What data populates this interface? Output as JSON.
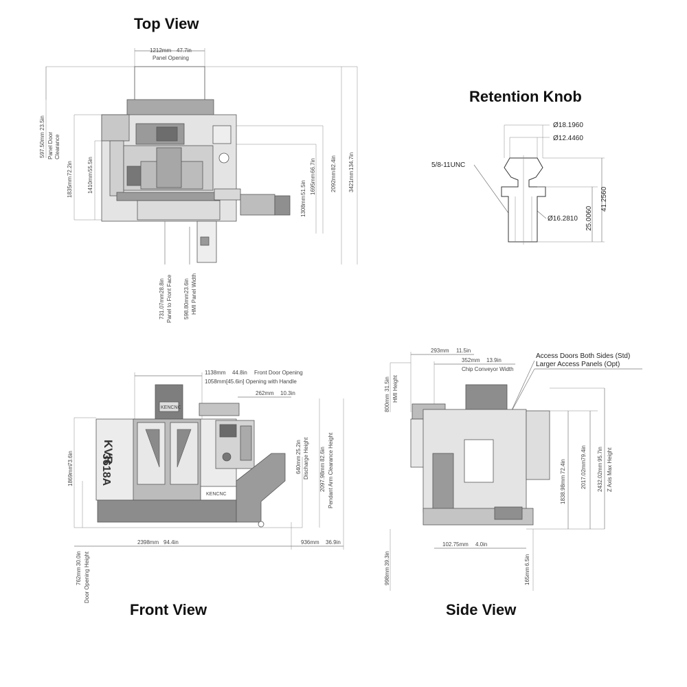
{
  "titles": {
    "top_view": "Top View",
    "retention_knob": "Retention Knob",
    "front_view": "Front View",
    "side_view": "Side View"
  },
  "top_view": {
    "panel_opening_mm": "1212mm",
    "panel_opening_in": "47.7in",
    "panel_opening_label": "Panel Opening",
    "door_clearance_mm": "597.50mm",
    "door_clearance_in": "23.5in",
    "door_clearance_label_1": "Panel Door",
    "door_clearance_label_2": "Clearance",
    "d1835_mm": "1835mm",
    "d1835_in": "72.2in",
    "d1410_mm": "1410mm",
    "d1410_in": "55.5in",
    "d1308_mm": "1308mm",
    "d1308_in": "51.5in",
    "d1695_mm": "1695mm",
    "d1695_in": "66.7in",
    "d2092_mm": "2092mm",
    "d2092_in": "82.4in",
    "d3421_mm": "3421mm",
    "d3421_in": "134.7in",
    "panel_front_mm": "731.07mm",
    "panel_front_in": "28.8in",
    "panel_front_label": "Panel to Front Face",
    "hmi_width_mm": "598.80mm",
    "hmi_width_in": "23.6in",
    "hmi_width_label": "HMI Panel Width"
  },
  "retention_knob": {
    "d1": "Ø18.1960",
    "d2": "Ø12.4460",
    "thread": "5/8-11UNC",
    "d3": "Ø16.2810",
    "len1": "25.0060",
    "len2": "41.2560"
  },
  "front_view": {
    "front_door_mm": "1138mm",
    "front_door_in": "44.8in",
    "front_door_label": "Front Door Opening",
    "handle_text": "1058mm[45.6in] Opening with Handle",
    "d262_mm": "262mm",
    "d262_in": "10.3in",
    "d1869_mm": "1869mm",
    "d1869_in": "73.6in",
    "discharge_mm": "640mm",
    "discharge_in": "25.2in",
    "discharge_label": "Discharge Height",
    "pendant_mm": "2097.98mm",
    "pendant_in": "82.6in",
    "pendant_label": "Pendant Arm Clearance Height",
    "d2398_mm": "2398mm",
    "d2398_in": "94.4in",
    "d936_mm": "936mm",
    "d936_in": "36.9in",
    "door_open_mm": "762mm",
    "door_open_in": "30.0in",
    "door_open_label": "Door Opening Height",
    "brand_kvr": "KVR",
    "brand_model": "3618A",
    "brand_logo": "KENCNC",
    "spindle_logo": "KENCNC"
  },
  "side_view": {
    "d293_mm": "293mm",
    "d293_in": "11.5in",
    "d352_mm": "352mm",
    "d352_in": "13.9in",
    "conveyor_label": "Chip Conveyor Width",
    "access_1": "Access Doors Both Sides (Std)",
    "access_2": "Larger Access Panels (Opt)",
    "hmi_mm": "800mm",
    "hmi_in": "31.5in",
    "hmi_label": "HMI Height",
    "d1838_mm": "1838.98mm",
    "d1838_in": "72.4in",
    "d2017_mm": "2017.02mm",
    "d2017_in": "79.4in",
    "zaxis_mm": "2432.02mm",
    "zaxis_in": "95.7in",
    "zaxis_label": "Z Axis Max Height",
    "d102_mm": "102.75mm",
    "d102_in": "4.0in",
    "d998_mm": "998mm",
    "d998_in": "39.3in",
    "d165_mm": "165mm",
    "d165_in": "6.5in"
  },
  "colors": {
    "machine_light": "#e8e8e8",
    "machine_mid": "#b8b8b8",
    "machine_dark": "#808080",
    "brand_red": "#c8102e"
  }
}
